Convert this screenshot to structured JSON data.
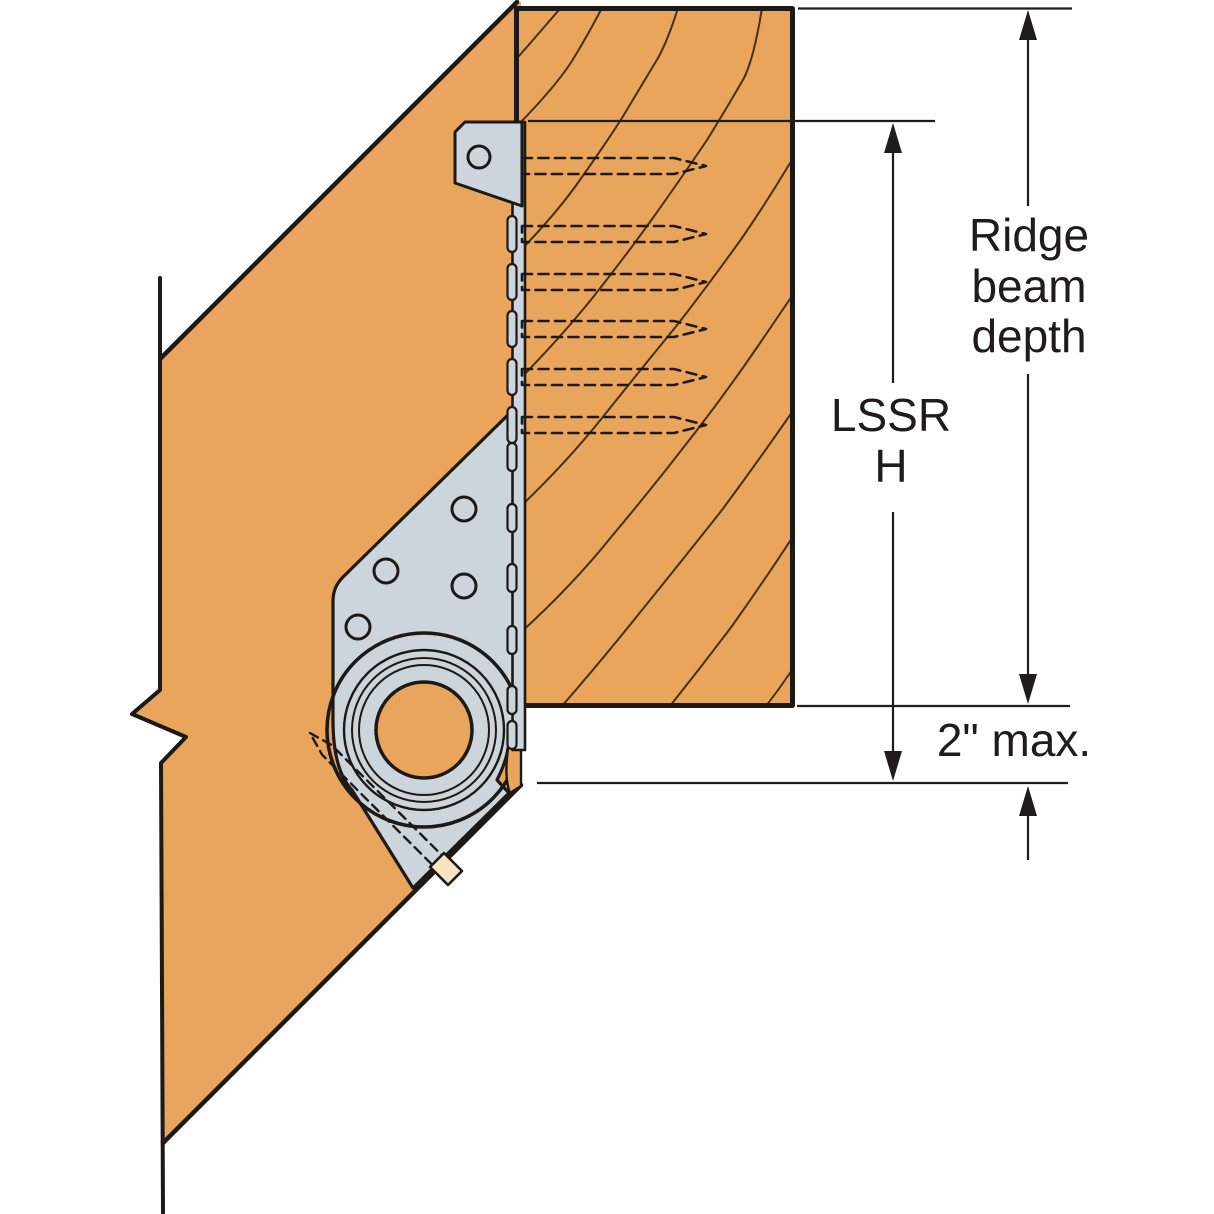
{
  "figure": {
    "annotations": {
      "ridge_beam_depth": "Ridge beam depth",
      "hanger_model": "LSSR",
      "hanger_height_symbol": "H",
      "heel_distance": "2\" max."
    },
    "colors": {
      "wood": "#E9A55C",
      "wood_grain": "#46300F",
      "metal": "#CBD5DB",
      "screw": "#F6E4C2",
      "outline": "#1C1917",
      "dim": "#1F1C1A",
      "background": "#FFFFFF"
    }
  }
}
